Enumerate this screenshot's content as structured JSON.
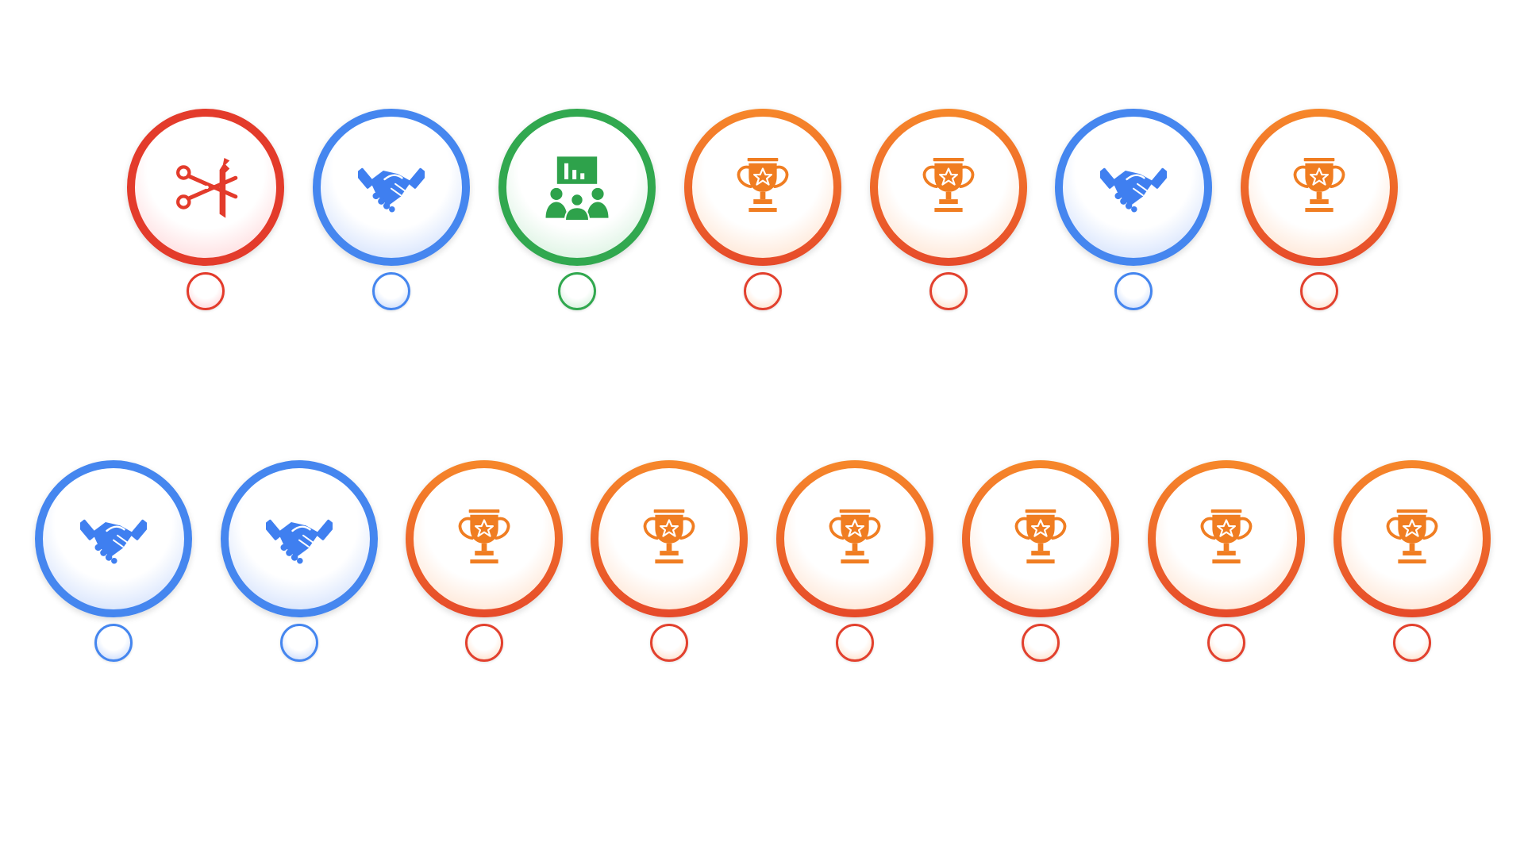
{
  "rows": [
    {
      "nodes": [
        {
          "kind": "ribbon-cutting",
          "color": "red"
        },
        {
          "kind": "handshake",
          "color": "blue"
        },
        {
          "kind": "presentation",
          "color": "green"
        },
        {
          "kind": "trophy",
          "color": "orange"
        },
        {
          "kind": "trophy",
          "color": "orange"
        },
        {
          "kind": "handshake",
          "color": "blue"
        },
        {
          "kind": "trophy",
          "color": "orange"
        }
      ]
    },
    {
      "nodes": [
        {
          "kind": "handshake",
          "color": "blue"
        },
        {
          "kind": "handshake",
          "color": "blue"
        },
        {
          "kind": "trophy",
          "color": "orange"
        },
        {
          "kind": "trophy",
          "color": "orange"
        },
        {
          "kind": "trophy",
          "color": "orange"
        },
        {
          "kind": "trophy",
          "color": "orange"
        },
        {
          "kind": "trophy",
          "color": "orange"
        },
        {
          "kind": "trophy",
          "color": "orange"
        }
      ]
    }
  ],
  "icons": {
    "ribbon-cutting": "ribbon-cutting-icon",
    "handshake": "handshake-icon",
    "presentation": "presentation-icon",
    "trophy": "trophy-icon"
  },
  "colors": {
    "red": "#e33b2b",
    "blue": "#4586ef",
    "green": "#31a84f",
    "orange": "#f07d21",
    "orange_dark": "#e2412e"
  }
}
